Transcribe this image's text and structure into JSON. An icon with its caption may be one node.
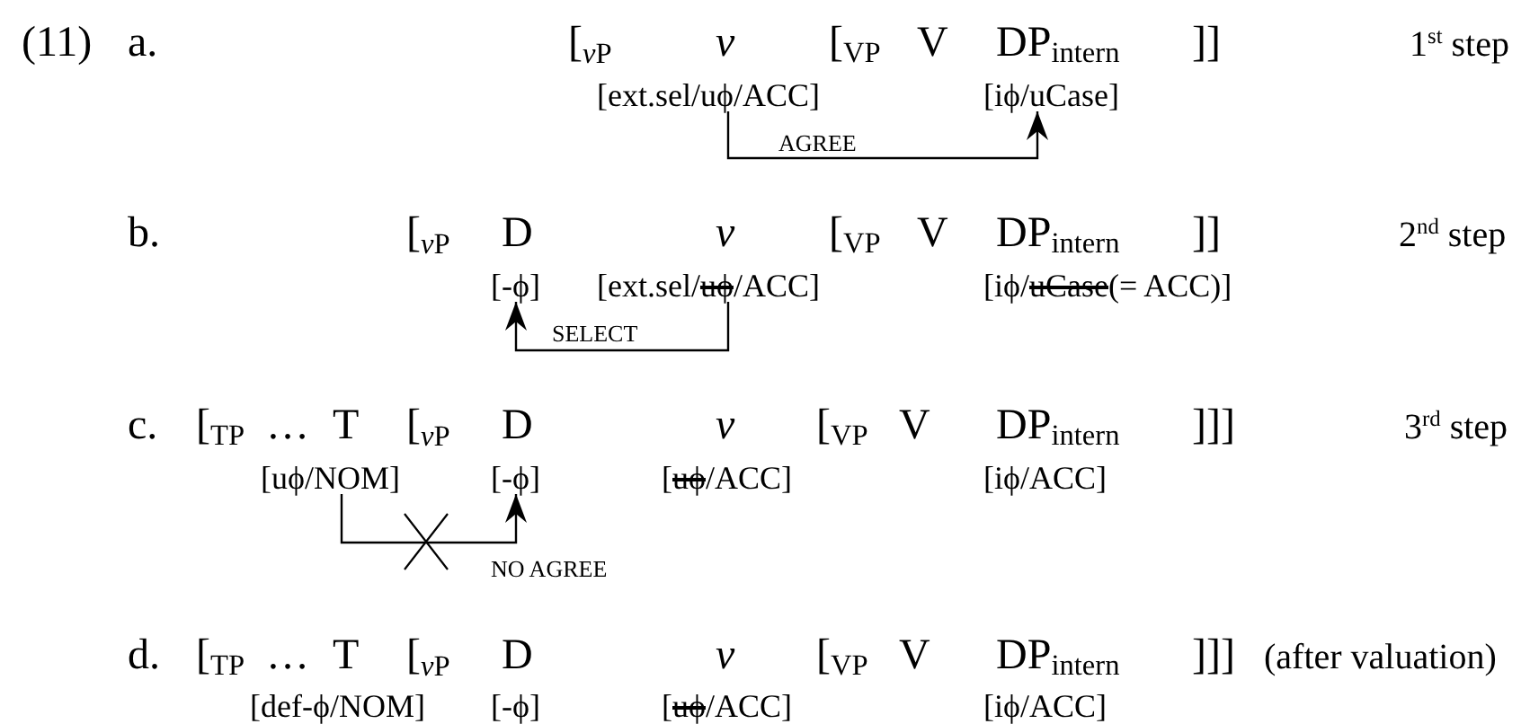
{
  "diagram": {
    "nodes": [
      {
        "text": [
          "[ext.sel/uϕ/ACC]"
        ]
      },
      {
        "text": [
          "[iϕ/uCase]"
        ]
      },
      {
        "text": [
          "[-ϕ]"
        ]
      },
      {
        "text": [
          "[ext.sel/uϕ/ACC]"
        ]
      },
      {
        "text": [
          "[uϕ/NOM]"
        ]
      },
      {
        "text": [
          "[-ϕ]"
        ]
      }
    ],
    "edges": [
      {
        "from": 0,
        "to": 1,
        "arrow": "to",
        "label": "AGREE"
      },
      {
        "from": 3,
        "to": 2,
        "arrow": "to",
        "label": "SELECT"
      },
      {
        "from": 4,
        "to": 5,
        "arrow": "to",
        "label": "NO AGREE"
      }
    ],
    "labels": [
      "(11)",
      "a.",
      "[$_{vP}$",
      "v",
      "[$_{VP}$",
      "V",
      "DP$_{intern}$",
      "]]",
      "1$^{st}$ step",
      "b.",
      "[$_{vP}$",
      "D",
      "v",
      "[$_{VP}$",
      "V",
      "DP$_{intern}$",
      "]]",
      "2$^{nd}$ step",
      "[iϕ/uCase(= ACC)]",
      "c.",
      "[$_{TP}$",
      "…",
      "T",
      "[$_{vP}$",
      "D",
      "v",
      "[$_{VP}$",
      "V",
      "DP$_{intern}$",
      "]]]",
      "3$^{rd}$ step",
      "[uϕ/ACC]",
      "[iϕ/ACC]",
      "d.",
      "[$_{TP}$",
      "…",
      "T",
      "[$_{vP}$",
      "D",
      "v",
      "[$_{VP}$",
      "V",
      "DP$_{intern}$",
      "]]]",
      "(after valuation)",
      "[def-ϕ/NOM]",
      "[-ϕ]",
      "[uϕ/ACC]",
      "[iϕ/ACC]"
    ]
  }
}
